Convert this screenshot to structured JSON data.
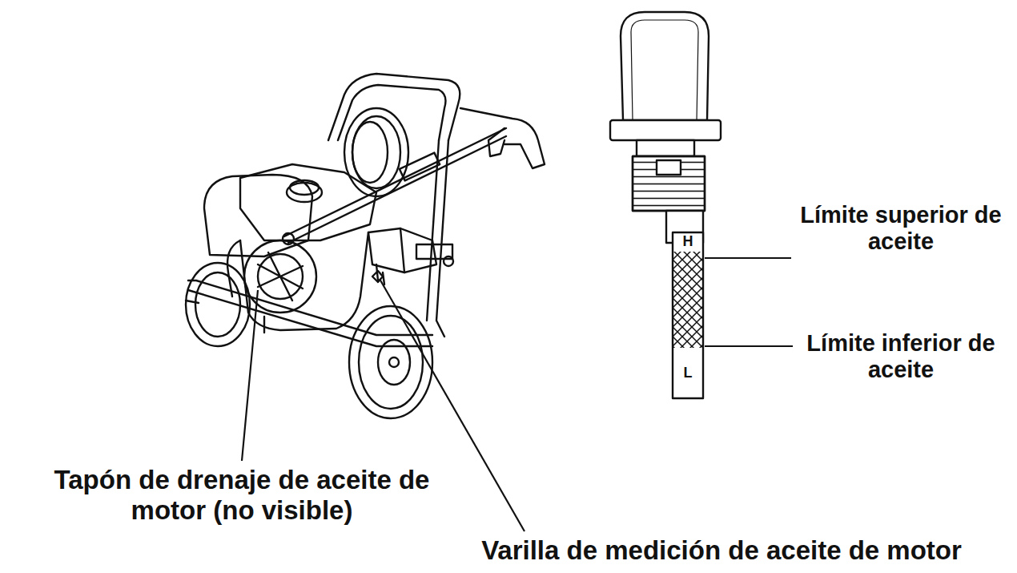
{
  "diagram": {
    "labels": [
      "H",
      "L",
      "Límite superior de aceite",
      "Límite inferior de aceite",
      "Tapón de drenaje de aceite de motor (no visible)",
      "Varilla de medición de aceite de motor"
    ]
  }
}
